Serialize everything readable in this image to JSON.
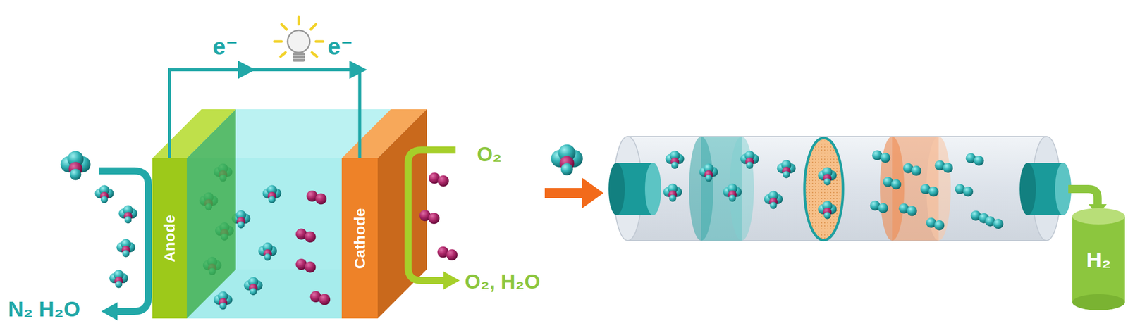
{
  "diagram": {
    "nodes": [
      {
        "text": [
          "Anode"
        ]
      },
      {
        "text": [
          "Cathode"
        ]
      },
      {
        "text": [
          "H₂"
        ]
      }
    ],
    "edges": [
      {
        "from": 0,
        "to": 1,
        "arrow": "none"
      }
    ],
    "labels": [
      "e⁻",
      "e⁻",
      "O₂",
      "O₂, H₂O",
      "N₂ H₂O"
    ]
  }
}
